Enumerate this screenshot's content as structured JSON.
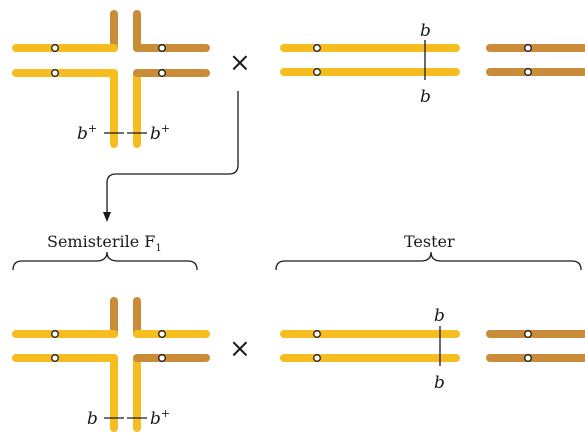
{
  "colors": {
    "yellow": "#f5bd1f",
    "brown": "#c98d3a",
    "ink": "#1a1a1a",
    "centromere_fill": "#ffffff"
  },
  "symbols": {
    "cross": "×"
  },
  "labels": {
    "semisterile": "Semisterile F",
    "semisterile_sub": "1",
    "tester": "Tester"
  },
  "top_row": {
    "translocation_allele_left": "b",
    "translocation_allele_left_sup": "+",
    "translocation_allele_right": "b",
    "translocation_allele_right_sup": "+",
    "tester_allele_upper": "b",
    "tester_allele_lower": "b"
  },
  "bottom_row": {
    "translocation_allele_left": "b",
    "translocation_allele_right": "b",
    "translocation_allele_right_sup": "+",
    "tester_allele_upper": "b",
    "tester_allele_lower": "b"
  }
}
